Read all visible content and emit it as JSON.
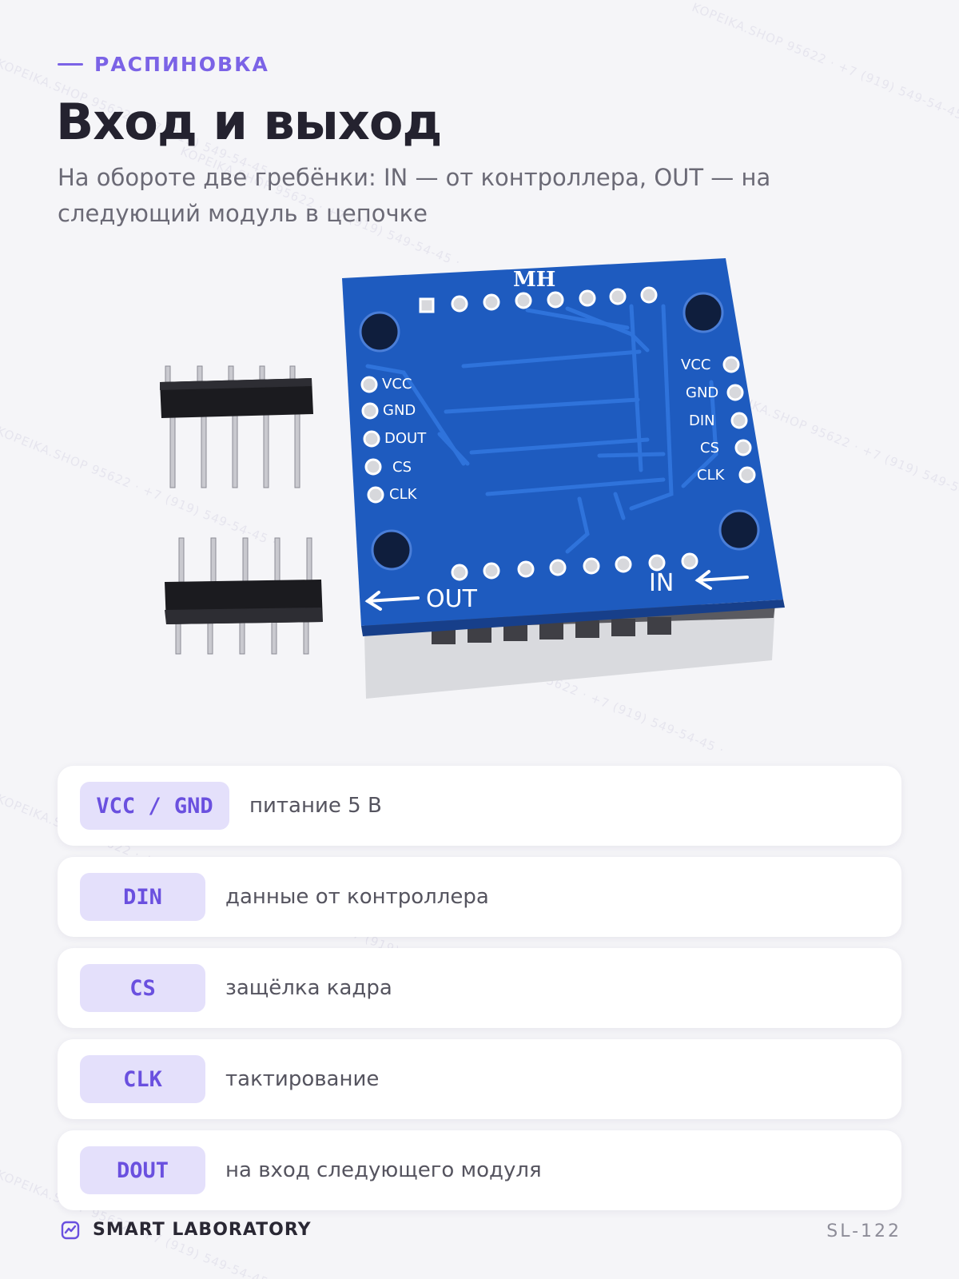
{
  "header": {
    "eyebrow": "РАСПИНОВКА",
    "title": "Вход и выход",
    "subtitle": "На обороте две гребёнки: IN — от контроллера, OUT — на следующий модуль в цепочке"
  },
  "photo": {
    "board_brand": "MH",
    "left_pins": [
      "VCC",
      "GND",
      "DOUT",
      "CS",
      "CLK"
    ],
    "right_pins": [
      "VCC",
      "GND",
      "DIN",
      "CS",
      "CLK"
    ],
    "out_label": "OUT",
    "in_label": "IN",
    "colors": {
      "pcb": "#1e5bbf",
      "pcb_dark": "#163f8e",
      "silk": "#ffffff",
      "matrix": "#dcdde2"
    }
  },
  "pinout": [
    {
      "pin": "VCC / GND",
      "desc": "питание 5 В"
    },
    {
      "pin": "DIN",
      "desc": "данные от контроллера"
    },
    {
      "pin": "CS",
      "desc": "защёлка кадра"
    },
    {
      "pin": "CLK",
      "desc": "тактирование"
    },
    {
      "pin": "DOUT",
      "desc": "на вход следующего модуля"
    }
  ],
  "footer": {
    "brand_icon": "chart-line-icon",
    "brand": "SMART LABORATORY",
    "code": "SL-122"
  },
  "watermark": "KOPEIKA.SHOP 95622 · +7 (919) 549-54-45 ·",
  "colors": {
    "accent": "#7b63e6",
    "badge_bg": "#e4e0fb",
    "badge_text": "#6a50df",
    "background": "#f5f5f8"
  }
}
